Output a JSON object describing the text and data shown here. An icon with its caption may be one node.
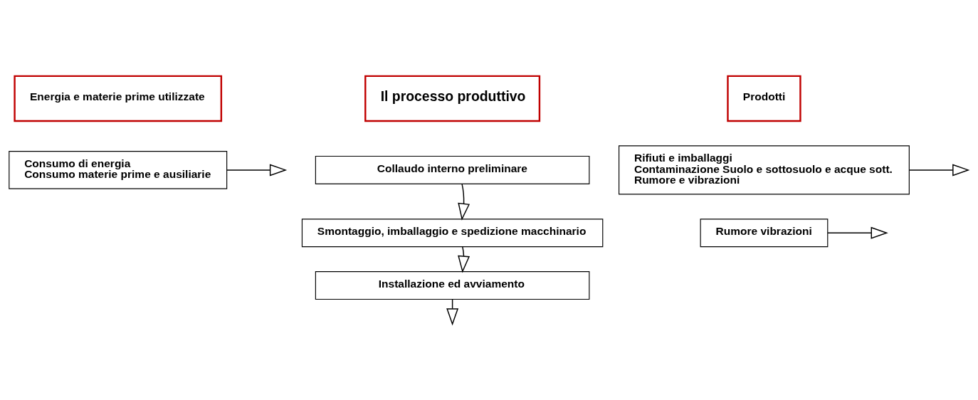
{
  "diagram": {
    "nodes": [
      {
        "text": [
          "Energia e materie prime utilizzate"
        ]
      },
      {
        "text": [
          "Il processo produttivo"
        ]
      },
      {
        "text": [
          "Prodotti"
        ]
      },
      {
        "text": [
          "Consumo di energia",
          "Consumo materie prime e ausiliarie"
        ]
      },
      {
        "text": [
          "Collaudo interno preliminare"
        ]
      },
      {
        "text": [
          "Smontaggio, imballaggio e spedizione macchinario"
        ]
      },
      {
        "text": [
          "Installazione ed avviamento"
        ]
      },
      {
        "text": [
          "Rifiuti e imballaggi",
          "Contaminazione Suolo e sottosuolo e acque sott.",
          "Rumore e vibrazioni"
        ]
      },
      {
        "text": [
          "Rumore vibrazioni"
        ]
      }
    ],
    "edges": [
      {
        "from": 3,
        "to": null,
        "arrow": "to"
      },
      {
        "from": 4,
        "to": 5,
        "arrow": "to"
      },
      {
        "from": 5,
        "to": 6,
        "arrow": "to"
      },
      {
        "from": 6,
        "to": null,
        "arrow": "to"
      },
      {
        "from": 7,
        "to": null,
        "arrow": "to"
      },
      {
        "from": 8,
        "to": null,
        "arrow": "to"
      }
    ]
  }
}
